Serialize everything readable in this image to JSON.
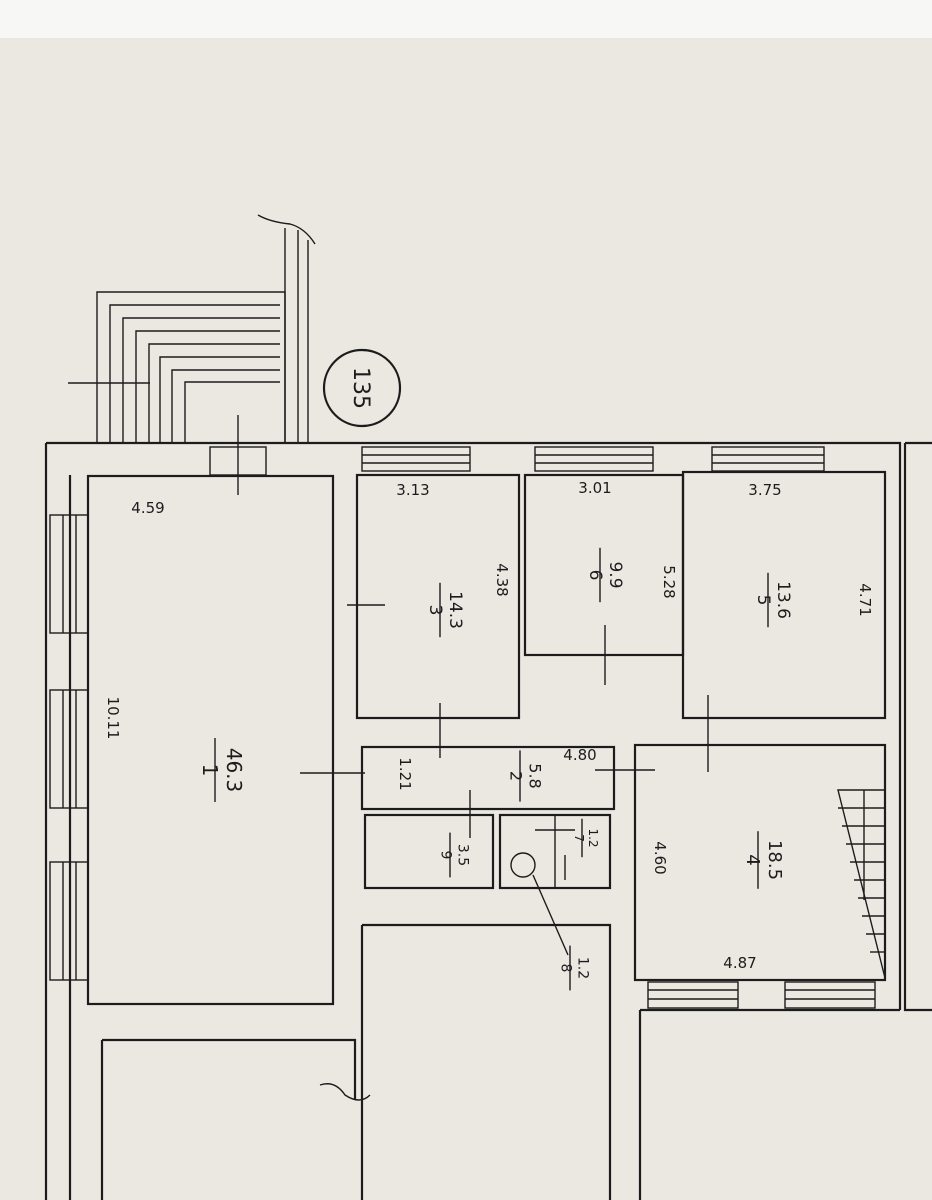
{
  "plan": {
    "building_number": "135",
    "rooms": [
      {
        "number": "1",
        "area": "46.3",
        "dims": [
          "4.59",
          "10.11"
        ]
      },
      {
        "number": "2",
        "area": "5.8",
        "dims": [
          "4.80",
          "1.21"
        ]
      },
      {
        "number": "3",
        "area": "14.3",
        "dims": [
          "3.13",
          "4.38"
        ]
      },
      {
        "number": "4",
        "area": "18.5",
        "dims": [
          "4.60",
          "4.87"
        ]
      },
      {
        "number": "5",
        "area": "13.6",
        "dims": [
          "3.75",
          "4.71"
        ]
      },
      {
        "number": "6",
        "area": "9.9",
        "dims": [
          "3.01",
          "5.28"
        ]
      },
      {
        "number": "7",
        "area": "1.2"
      },
      {
        "number": "8",
        "area": "1.2"
      },
      {
        "number": "9",
        "area": "3.5"
      }
    ]
  }
}
